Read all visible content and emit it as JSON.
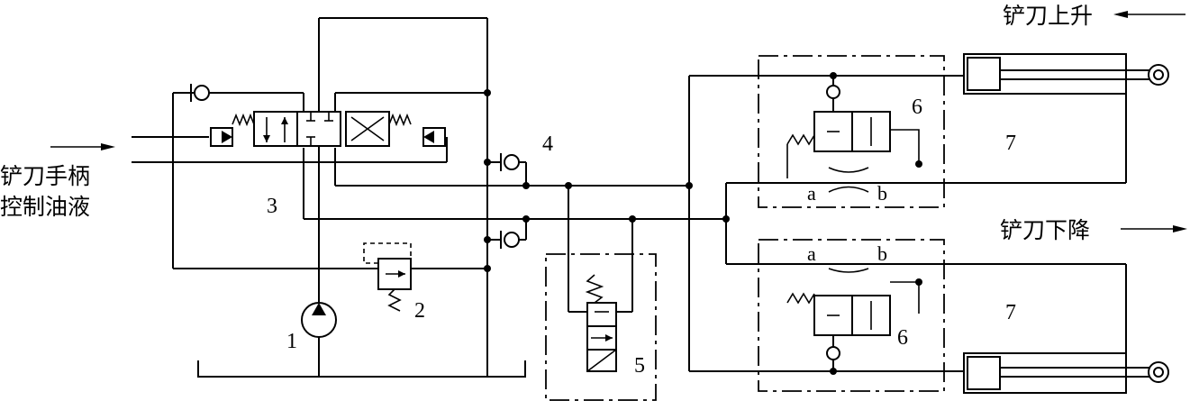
{
  "labels": {
    "left_top": "铲刀手柄",
    "left_bottom": "控制油液",
    "raise": "铲刀上升",
    "lower": "铲刀下降"
  },
  "components": {
    "pump": "1",
    "relief_valve": "2",
    "manual_valve": "3",
    "check_valves": "4",
    "solenoid_valve": "5",
    "lock_valve_top": "6",
    "lock_valve_bottom": "6",
    "cylinder_top": "7",
    "cylinder_bottom": "7"
  },
  "ports": {
    "top_a": "a",
    "top_b": "b",
    "bottom_a": "a",
    "bottom_b": "b"
  }
}
